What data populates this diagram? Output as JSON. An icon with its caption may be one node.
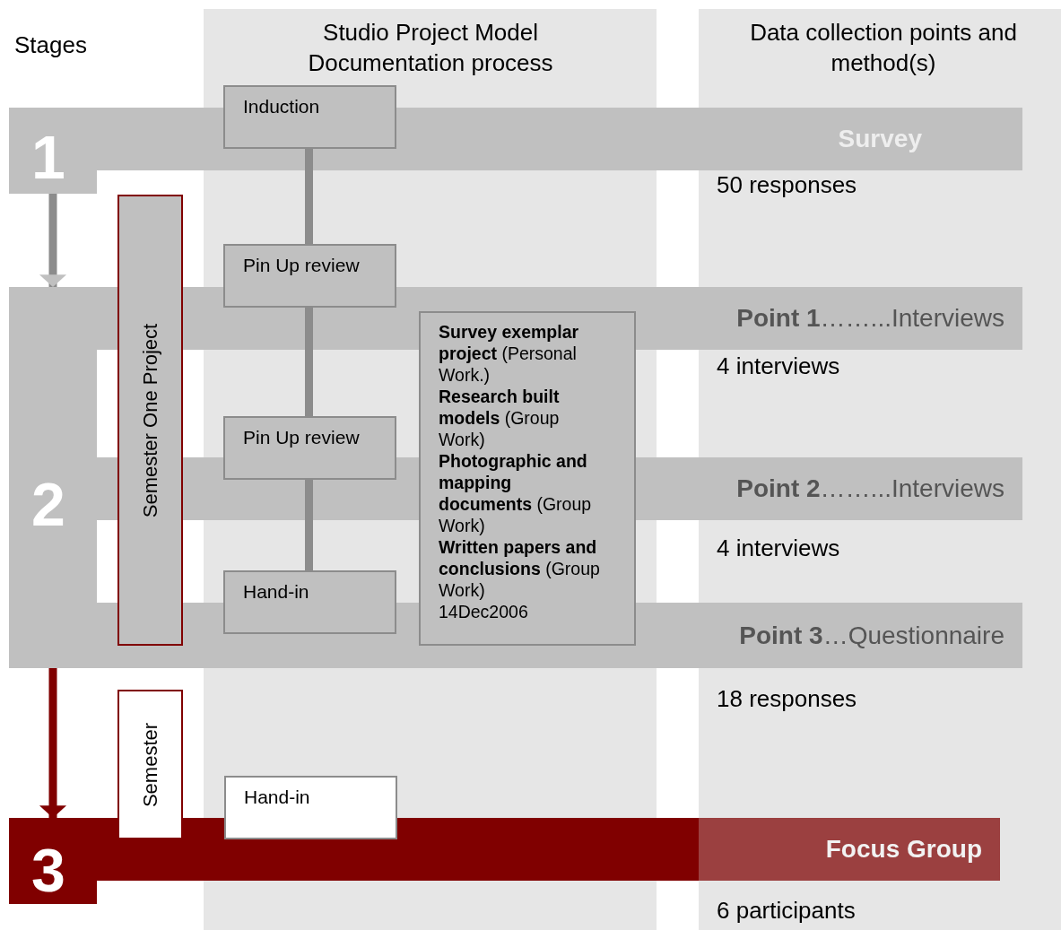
{
  "diagram": {
    "nodes": [
      {
        "text": [
          "Induction"
        ]
      },
      {
        "text": [
          "1"
        ]
      },
      {
        "text": [
          "Survey"
        ],
        "beside": [
          "50 responses"
        ]
      },
      {
        "text": [
          "Pin Up review"
        ]
      },
      {
        "text": [
          "Semester One Project"
        ]
      },
      {
        "text": [
          "2"
        ]
      },
      {
        "text": [
          "**Point 1**……...Interviews"
        ],
        "beside": [
          "4 interviews"
        ]
      },
      {
        "text": [
          "**Survey exemplar project** (Personal Work.)",
          "**Research built models** (Group Work)",
          "**Photographic and mapping documents** (Group Work)",
          "**Written papers and conclusions** (Group Work)",
          "14Dec2006"
        ]
      },
      {
        "text": [
          "Pin Up review"
        ]
      },
      {
        "text": [
          "**Point 2**……...Interviews"
        ],
        "beside": [
          "4 interviews"
        ]
      },
      {
        "text": [
          "Hand-in"
        ]
      },
      {
        "text": [
          "**Point 3**…Questionnaire"
        ],
        "beside": [
          "18 responses"
        ]
      },
      {
        "text": [
          "Semester"
        ]
      },
      {
        "text": [
          "Hand-in"
        ]
      },
      {
        "text": [
          "3"
        ]
      },
      {
        "text": [
          "Focus Group"
        ],
        "beside": [
          "6 participants"
        ]
      }
    ],
    "edges": [
      {
        "from": 0,
        "to": 3,
        "arrow": "none"
      },
      {
        "from": 3,
        "to": 8,
        "arrow": "none"
      },
      {
        "from": 8,
        "to": 10,
        "arrow": "none"
      },
      {
        "from": 1,
        "to": 5,
        "arrow": "to"
      },
      {
        "from": 5,
        "to": 14,
        "arrow": "to",
        "color": "#800000"
      }
    ],
    "labels": [
      "Stages",
      "Studio Project Model Documentation process",
      "Data collection points and method(s)"
    ]
  }
}
